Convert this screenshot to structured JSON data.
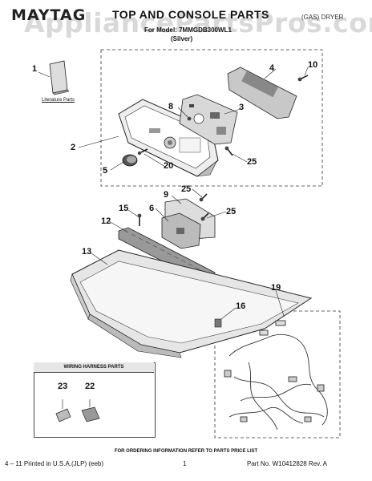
{
  "header": {
    "brand": "MAYTAG",
    "title": "TOP AND CONSOLE PARTS",
    "model": "For Model: 7MMGDB300WL1",
    "color": "(Silver)",
    "right_title": "(GAS) DRYER",
    "watermark": "AppliancePartsPros.com"
  },
  "literature_label": "Literature Parts",
  "callouts": [
    "1",
    "2",
    "3",
    "4",
    "5",
    "6",
    "8",
    "9",
    "10",
    "12",
    "13",
    "15",
    "16",
    "19",
    "20",
    "25",
    "25",
    "25"
  ],
  "harness": {
    "title": "WIRING HARNESS PARTS",
    "callouts": [
      "23",
      "22"
    ]
  },
  "footer": {
    "note": "FOR ORDERING INFORMATION REFER TO PARTS PRICE LIST",
    "left": "4 – 11 Printed in U.S.A.(JLP) (eeb)",
    "page": "1",
    "part_no": "Part No. W10412828 Rev. A"
  }
}
